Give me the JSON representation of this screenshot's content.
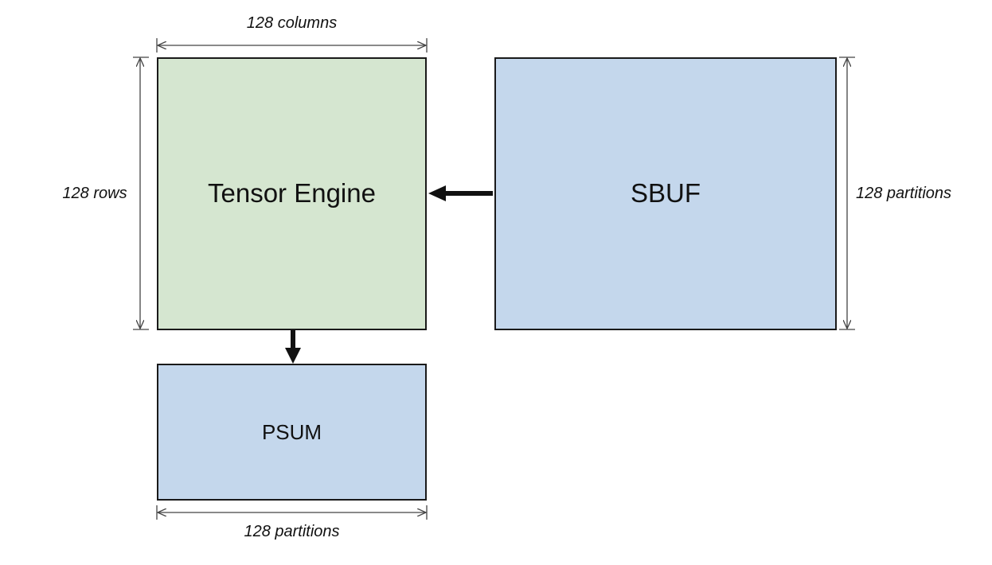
{
  "boxes": {
    "tensor_engine": {
      "label": "Tensor Engine",
      "fill": "#d5e6d0"
    },
    "sbuf": {
      "label": "SBUF",
      "fill": "#c4d7ec"
    },
    "psum": {
      "label": "PSUM",
      "fill": "#c4d7ec"
    }
  },
  "dimensions": {
    "columns": "128 columns",
    "rows": "128 rows",
    "sbuf_partitions": "128 partitions",
    "psum_partitions": "128 partitions"
  },
  "colors": {
    "stroke": "#1a1a1a",
    "dimension_line": "#444444"
  }
}
